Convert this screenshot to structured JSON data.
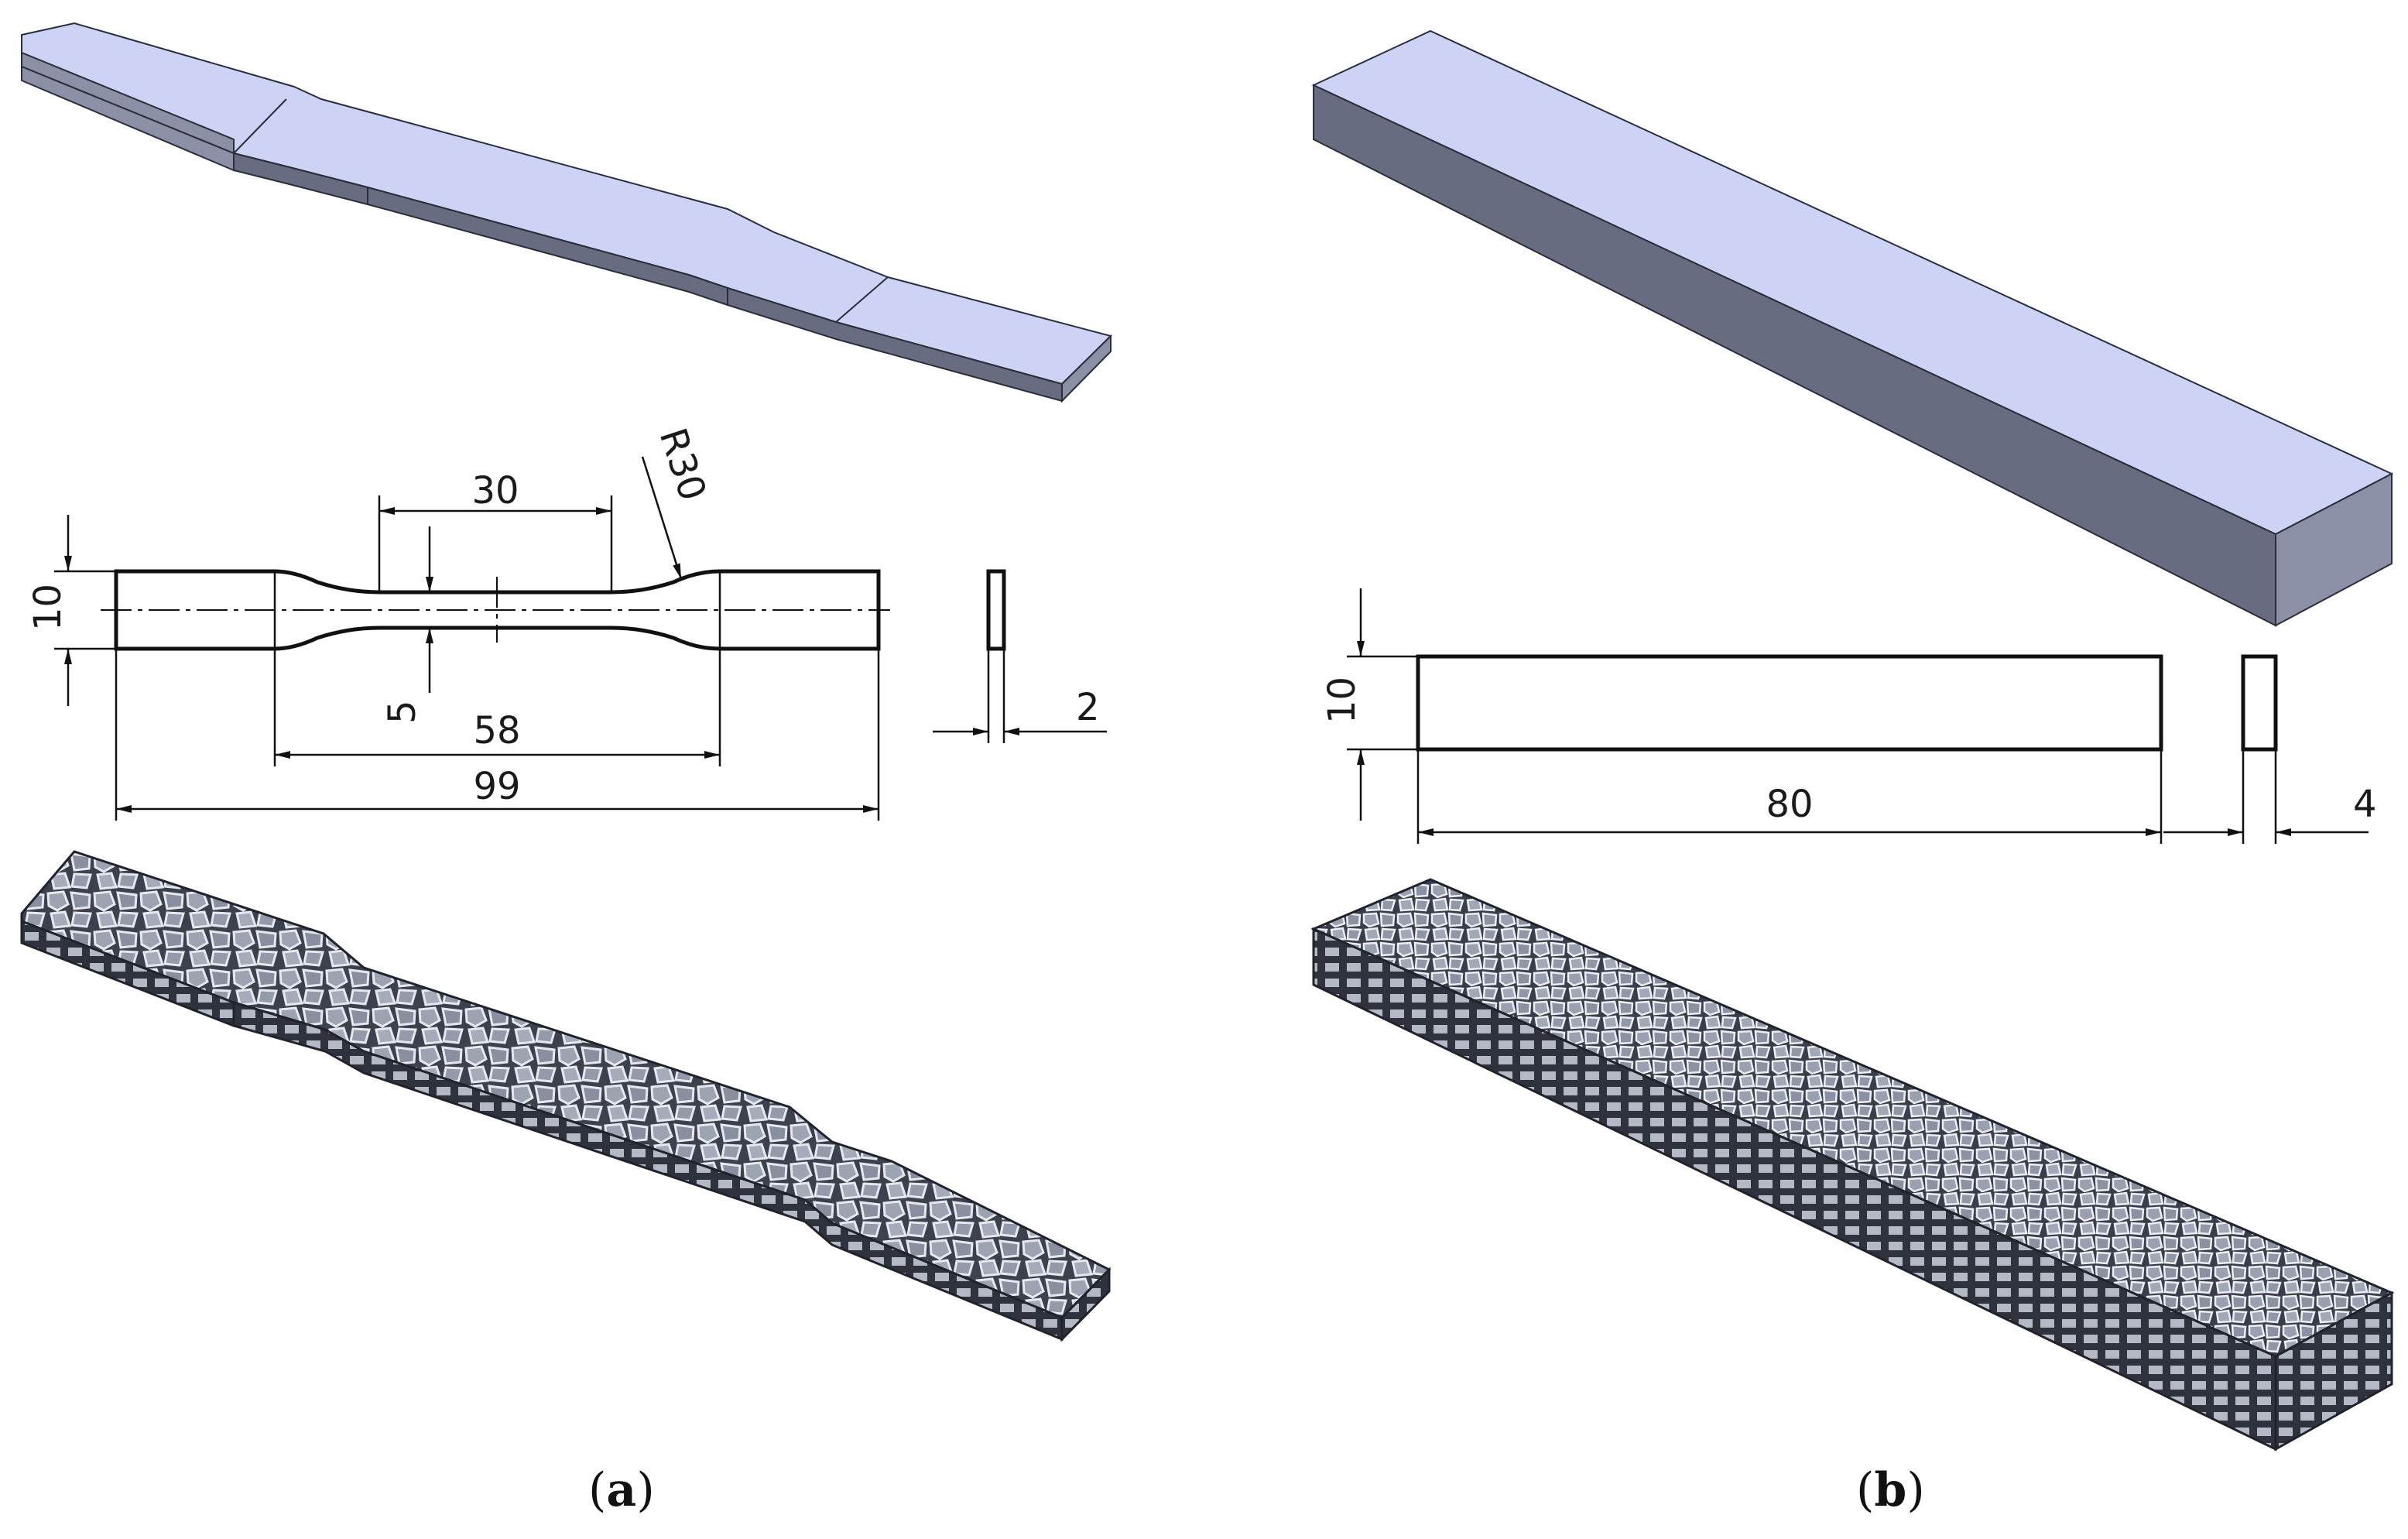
{
  "panel_a": {
    "caption_open": "(",
    "caption_letter": "a",
    "caption_close": ")",
    "dims": {
      "gauge_length": "30",
      "radius": "R30",
      "grip_width": "10",
      "gauge_width": "5",
      "parallel_length": "58",
      "overall_length": "99",
      "thickness": "2"
    }
  },
  "panel_b": {
    "caption_open": "(",
    "caption_letter": "b",
    "caption_close": ")",
    "dims": {
      "height": "10",
      "length": "80",
      "thickness": "4"
    }
  },
  "colors": {
    "solid_top": "#ccd3f4",
    "solid_side": "#686c80",
    "lattice": "#474b58"
  }
}
